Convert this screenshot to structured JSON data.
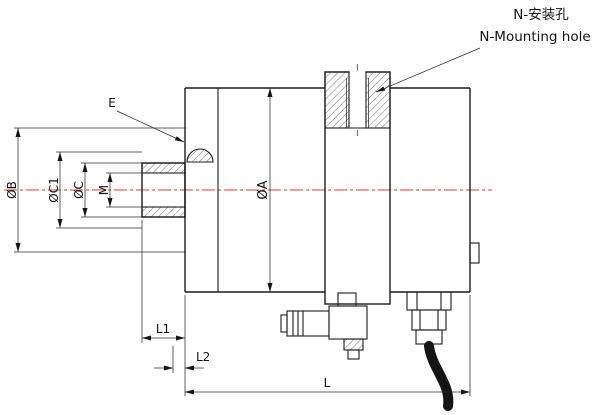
{
  "drawing": {
    "labels": {
      "n_hole_cn": "N-安装孔",
      "n_hole_en": "N-Mounting hole",
      "e": "E",
      "dia_b": "ØB",
      "dia_c1": "ØC1",
      "dia_c": "ØC",
      "m": "M",
      "dia_a": "ØA",
      "l1": "L1",
      "l2": "L2",
      "l": "L"
    },
    "colors": {
      "object_line": "#1c1c1c",
      "centerline": "#e03a31",
      "background": "#ffffff"
    }
  }
}
